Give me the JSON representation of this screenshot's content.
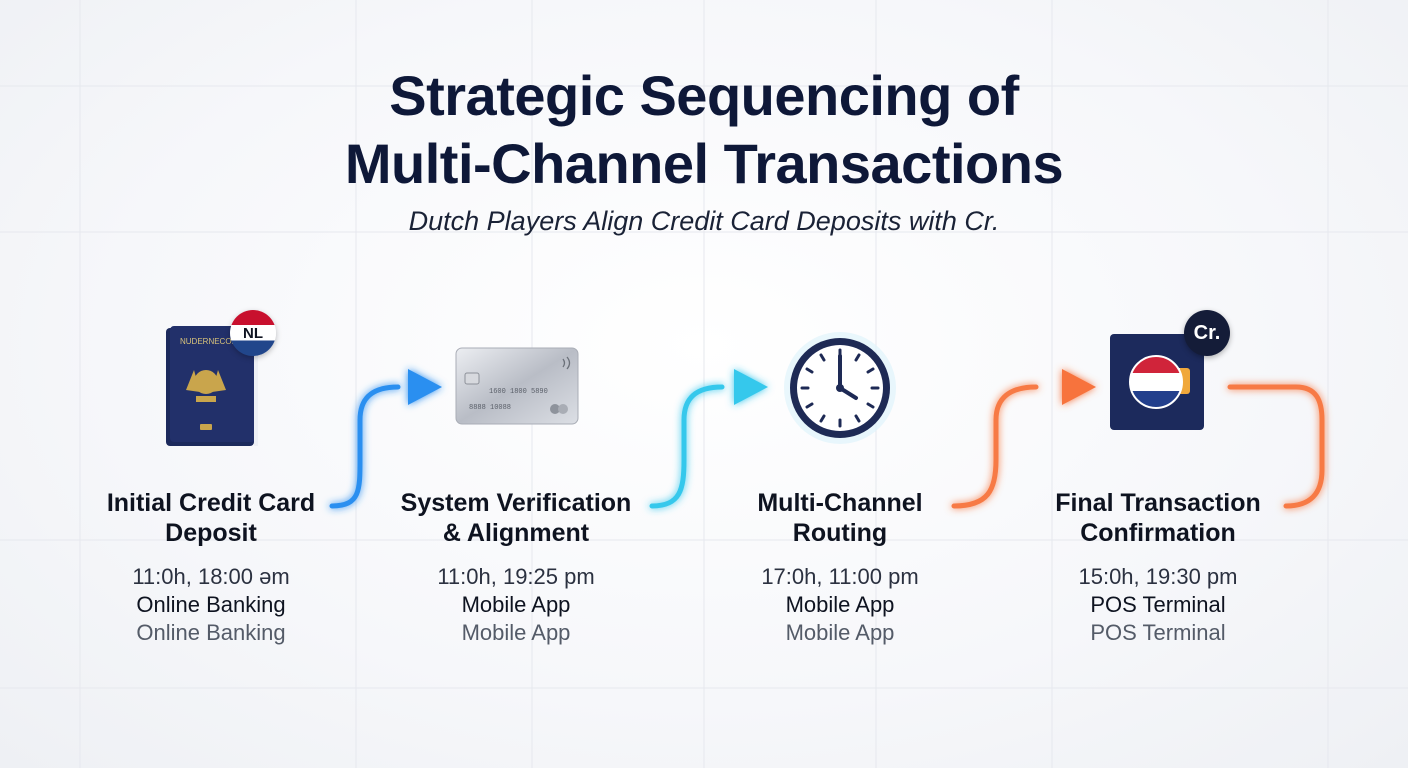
{
  "header": {
    "title_line1": "Strategic Sequencing of",
    "title_line2": "Multi-Channel Transactions",
    "subtitle": "Dutch Players Align Credit Card Deposits with Cr."
  },
  "icons": {
    "passport_text": "NUDERNECOR",
    "nl_badge": "NL",
    "card_line1": "1600 1800 5890",
    "card_line2": "8888 10088",
    "cr_badge": "Cr."
  },
  "steps": [
    {
      "label_line1": "Initial Credit Card",
      "label_line2": "Deposit",
      "time": "11:0h, 18:00 əm",
      "channel": "Online Banking",
      "channel_sub": "Online Banking",
      "icon": "passport-icon"
    },
    {
      "label_line1": "System Verification",
      "label_line2": "& Alignment",
      "time": "11:0h, 19:25 pm",
      "channel": "Mobile App",
      "channel_sub": "Mobile App",
      "icon": "credit-card-icon"
    },
    {
      "label_line1": "Multi-Channel",
      "label_line2": "Routing",
      "time": "17:0h, 11:00 pm",
      "channel": "Mobile App",
      "channel_sub": "Mobile App",
      "icon": "clock-icon"
    },
    {
      "label_line1": "Final Transaction",
      "label_line2": "Confirmation",
      "time": "15:0h, 19:30 pm",
      "channel": "POS Terminal",
      "channel_sub": "POS Terminal",
      "icon": "wallet-flag-icon"
    }
  ],
  "colors": {
    "blue": "#2b8ff0",
    "cyan": "#36c8ec",
    "orange": "#f77a45",
    "navy": "#1a2755"
  }
}
